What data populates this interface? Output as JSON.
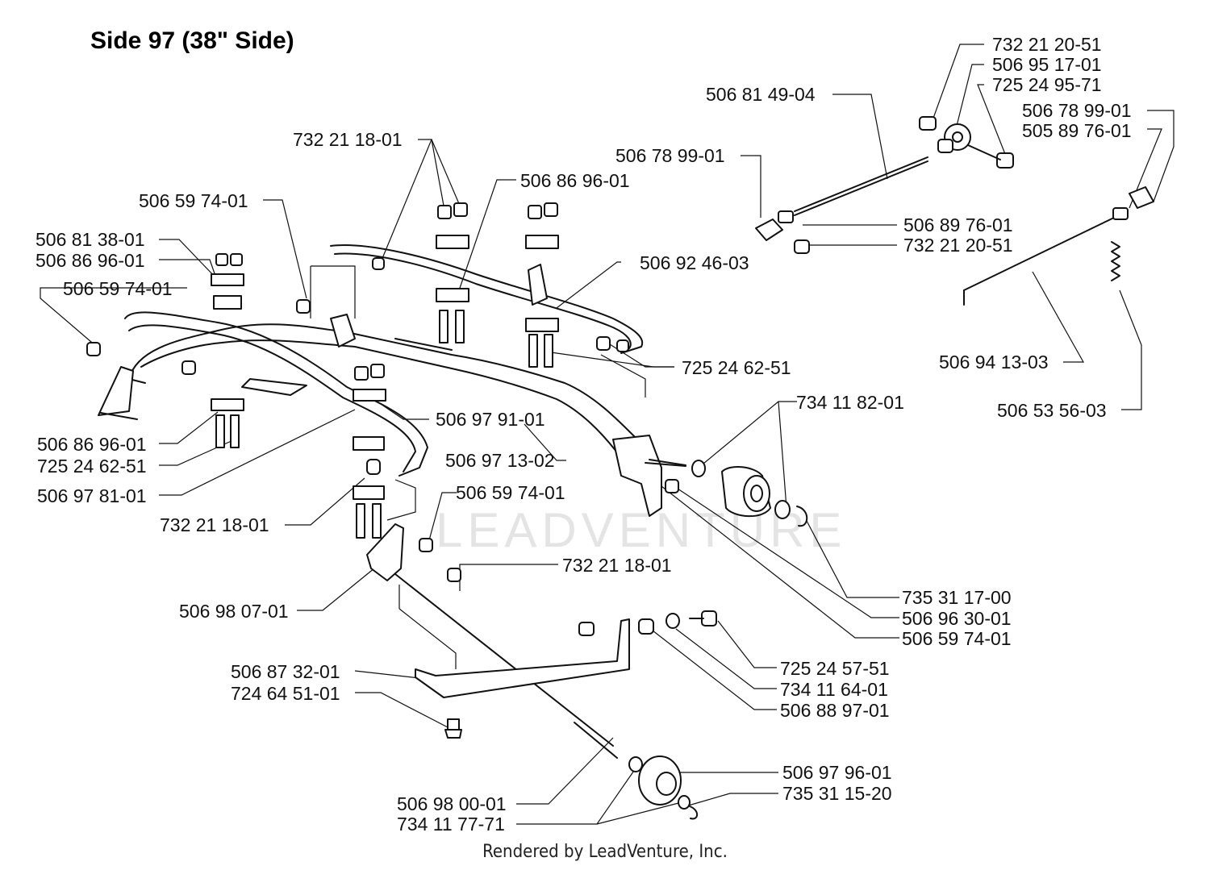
{
  "title": "Side 97 (38\" Side)",
  "footer": "Rendered by LeadVenture, Inc.",
  "watermark": "LEADVENTURE",
  "labels": [
    "732 21 20-51",
    "506 95 17-01",
    "725 24 95-71",
    "506 81 49-04",
    "506 78 99-01",
    "505 89 76-01",
    "506 78 99-01",
    "506 89 76-01",
    "732 21 20-51",
    "732 21 18-01",
    "506 86 96-01",
    "506 59 74-01",
    "506 81 38-01",
    "506 86 96-01",
    "506 59 74-01",
    "506 92 46-03",
    "725 24 62-51",
    "506 94 13-03",
    "506 53 56-03",
    "734 11 82-01",
    "506 97 91-01",
    "506 86 96-01",
    "725 24 62-51",
    "506 97 13-02",
    "506 97 81-01",
    "506 59 74-01",
    "732 21 18-01",
    "732 21 18-01",
    "735 31 17-00",
    "506 98 07-01",
    "506 96 30-01",
    "506 59 74-01",
    "725 24 57-51",
    "506 87 32-01",
    "734 11 64-01",
    "724 64 51-01",
    "506 88 97-01",
    "506 97 96-01",
    "735 31 15-20",
    "506 98 00-01",
    "734 11 77-71"
  ]
}
